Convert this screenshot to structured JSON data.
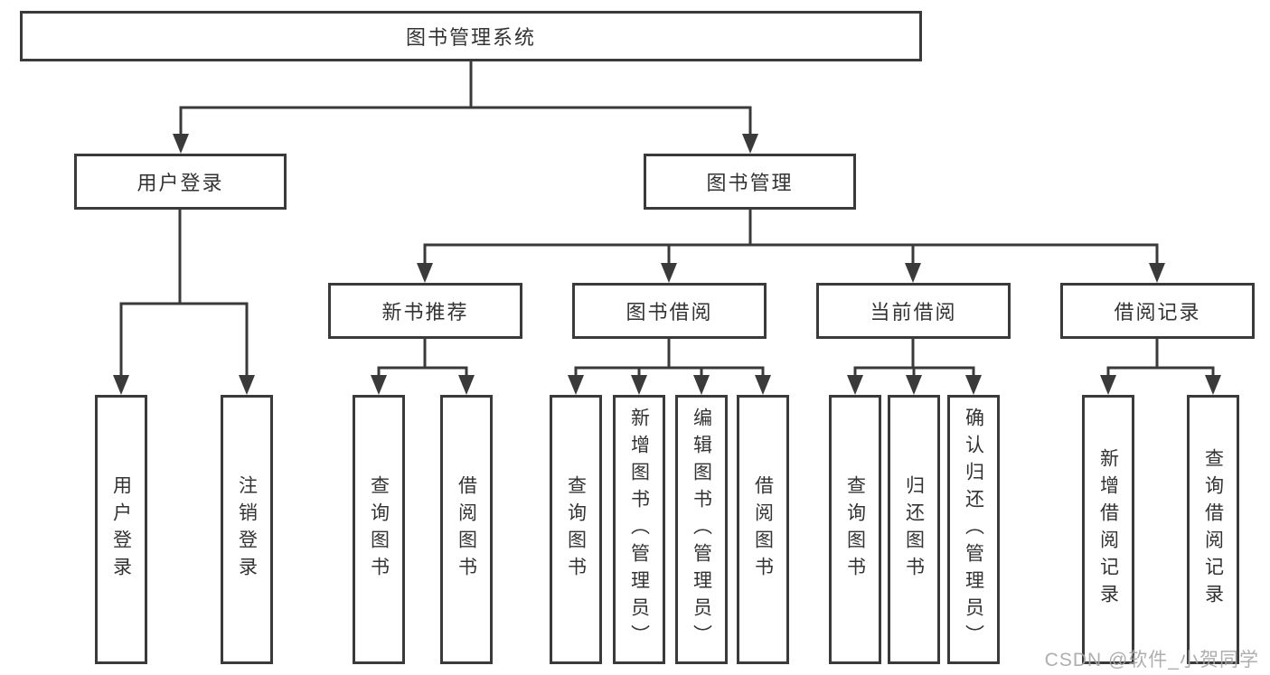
{
  "colors": {
    "background": "#ffffff",
    "box_border": "#3a3a3a",
    "box_fill": "#ffffff",
    "text": "#333333",
    "connector": "#3a3a3a",
    "watermark": "#a5a5a5"
  },
  "tree": {
    "root": "图书管理系统",
    "branches": [
      {
        "label": "用户登录",
        "children": [
          "用户登录",
          "注销登录"
        ]
      },
      {
        "label": "图书管理",
        "children": [
          {
            "label": "新书推荐",
            "children": [
              "查询图书",
              "借阅图书"
            ]
          },
          {
            "label": "图书借阅",
            "children": [
              "查询图书",
              "新增图书（管理员）",
              "编辑图书（管理员）",
              "借阅图书"
            ]
          },
          {
            "label": "当前借阅",
            "children": [
              "查询图书",
              "归还图书",
              "确认归还（管理员）"
            ]
          },
          {
            "label": "借阅记录",
            "children": [
              "新增借阅记录",
              "查询借阅记录"
            ]
          }
        ]
      }
    ]
  },
  "watermark": "CSDN @软件_小贺同学"
}
